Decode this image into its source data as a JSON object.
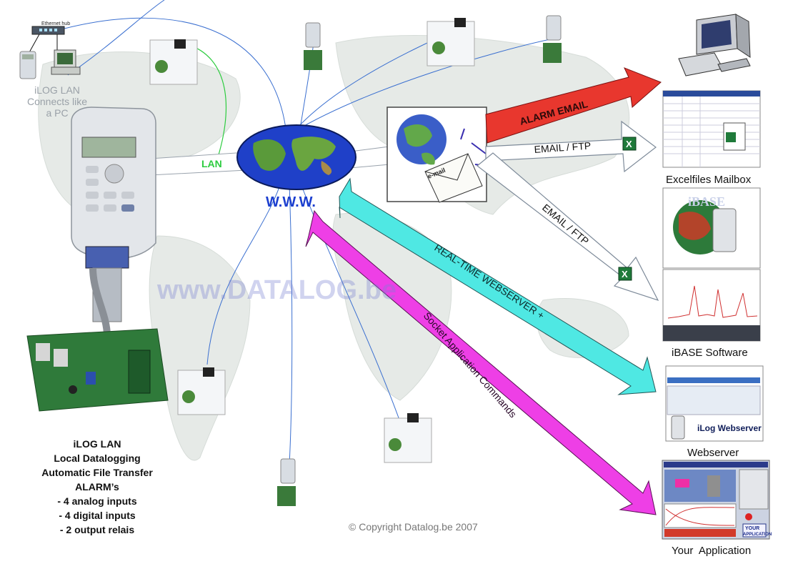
{
  "hub": {
    "label": "Ethernet hub"
  },
  "lan_device": {
    "line1": "iLOG LAN",
    "line2": "Connects like",
    "line3": "a PC"
  },
  "center": {
    "label": "W.W.W.",
    "lan_label": "LAN"
  },
  "email_icon": {
    "label": "e-mail"
  },
  "arrows": {
    "alarm_email": "ALARM EMAIL",
    "email_ftp_top": "EMAIL / FTP",
    "email_ftp_diag": "EMAIL / FTP",
    "webserver": "REAL-TIME WEBSERVER +",
    "socket": "Socket Application Commands"
  },
  "watermark": "www.DATALOG.be",
  "destinations": {
    "excel": "Excelfiles Mailbox",
    "ibase": "iBASE Software",
    "ibase_logo": "iBASE",
    "webserver": "Webserver",
    "webserver_thumb": "iLog Webserver",
    "app": "Your  Application",
    "app_thumb_line1": "YOUR",
    "app_thumb_line2": "APPLICATION"
  },
  "features": [
    "iLOG LAN",
    "Local Datalogging",
    "Automatic File Transfer",
    "ALARM’s",
    "- 4 analog inputs",
    "- 4 digital inputs",
    "- 2 output relais"
  ],
  "copyright": "© Copyright Datalog.be 2007",
  "colors": {
    "alarm": "#e8372e",
    "webserver_arrow": "#4fe8e3",
    "socket_arrow": "#ee3fe6",
    "lan_line": "#2ecc40",
    "www_text": "#1c3fcf",
    "map": "#e8ece8"
  }
}
